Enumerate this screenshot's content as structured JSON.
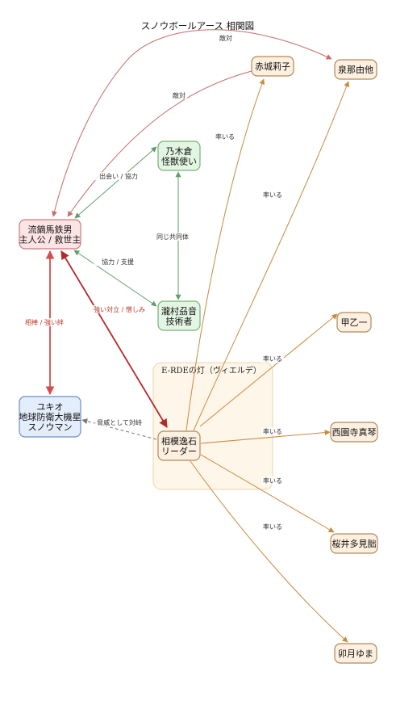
{
  "title": "スノウボールアース 相関図",
  "cluster": {
    "label": "E-RDEの灯（ヴィエルデ）"
  },
  "nodes": [
    {
      "id": "mitsuru",
      "lines": [
        "流鏑馬鉄男",
        "主人公 / 救世主"
      ],
      "fill": "#fde4e4",
      "stroke": "#c97b7b"
    },
    {
      "id": "yuki",
      "lines": [
        "ユキオ",
        "地球防衛大機星",
        "スノウマン"
      ],
      "fill": "#e3edfb",
      "stroke": "#6f8fbf"
    },
    {
      "id": "nogi",
      "lines": [
        "乃木倉",
        "怪獣使い"
      ],
      "fill": "#e3f6e3",
      "stroke": "#79b079"
    },
    {
      "id": "takimura",
      "lines": [
        "瀧村刕音",
        "技術者"
      ],
      "fill": "#e3f6e3",
      "stroke": "#79b079"
    },
    {
      "id": "sagami",
      "lines": [
        "相模逸石",
        "リーダー"
      ],
      "fill": "#fdf0e0",
      "stroke": "#b08a5a"
    },
    {
      "id": "akagi",
      "lines": [
        "赤城莉子"
      ],
      "fill": "#fdf0e0",
      "stroke": "#b08a5a"
    },
    {
      "id": "izumi",
      "lines": [
        "泉那由他"
      ],
      "fill": "#fdf0e0",
      "stroke": "#b08a5a"
    },
    {
      "id": "kouotsu",
      "lines": [
        "甲乙一"
      ],
      "fill": "#fdf0e0",
      "stroke": "#b08a5a"
    },
    {
      "id": "saionji",
      "lines": [
        "西園寺真琴"
      ],
      "fill": "#fdf0e0",
      "stroke": "#b08a5a"
    },
    {
      "id": "sakurai",
      "lines": [
        "桜井多見朏"
      ],
      "fill": "#fdf0e0",
      "stroke": "#b08a5a"
    },
    {
      "id": "uzuki",
      "lines": [
        "卯月ゆま"
      ],
      "fill": "#fdf0e0",
      "stroke": "#b08a5a"
    }
  ],
  "edges": [
    {
      "id": "e-izumi-mitsuru",
      "label": "敵対",
      "color": "#c96b6b",
      "style": "enemy"
    },
    {
      "id": "e-akagi-mitsuru",
      "label": "敵対",
      "color": "#c96b6b",
      "style": "enemy"
    },
    {
      "id": "e-mitsuru-nogi",
      "label": "出会い / 協力",
      "color": "#5e9e6a",
      "style": "ally"
    },
    {
      "id": "e-nogi-takimura",
      "label": "同じ共同体",
      "color": "#5e9e6a",
      "style": "ally"
    },
    {
      "id": "e-mitsuru-takimura",
      "label": "協力 / 支援",
      "color": "#5e9e6a",
      "style": "ally"
    },
    {
      "id": "e-mitsuru-yuki",
      "label": "相棒 / 強い絆",
      "color": "#d94a4a",
      "style": "bond"
    },
    {
      "id": "e-mitsuru-sagami",
      "label": "強い対立 / 憎しみ",
      "color": "#b22a2a",
      "style": "rival"
    },
    {
      "id": "e-sagami-yuki",
      "label": "脅威として対峙",
      "color": "#777777",
      "style": "threat"
    },
    {
      "id": "e-sagami-akagi",
      "label": "率いる",
      "color": "#c98a3e",
      "style": "lead"
    },
    {
      "id": "e-sagami-izumi",
      "label": "率いる",
      "color": "#c98a3e",
      "style": "lead"
    },
    {
      "id": "e-sagami-kouotsu",
      "label": "率いる",
      "color": "#c98a3e",
      "style": "lead"
    },
    {
      "id": "e-sagami-saionji",
      "label": "率いる",
      "color": "#c98a3e",
      "style": "lead"
    },
    {
      "id": "e-sagami-sakurai",
      "label": "率いる",
      "color": "#c98a3e",
      "style": "lead"
    },
    {
      "id": "e-sagami-uzuki",
      "label": "率いる",
      "color": "#c98a3e",
      "style": "lead"
    }
  ]
}
